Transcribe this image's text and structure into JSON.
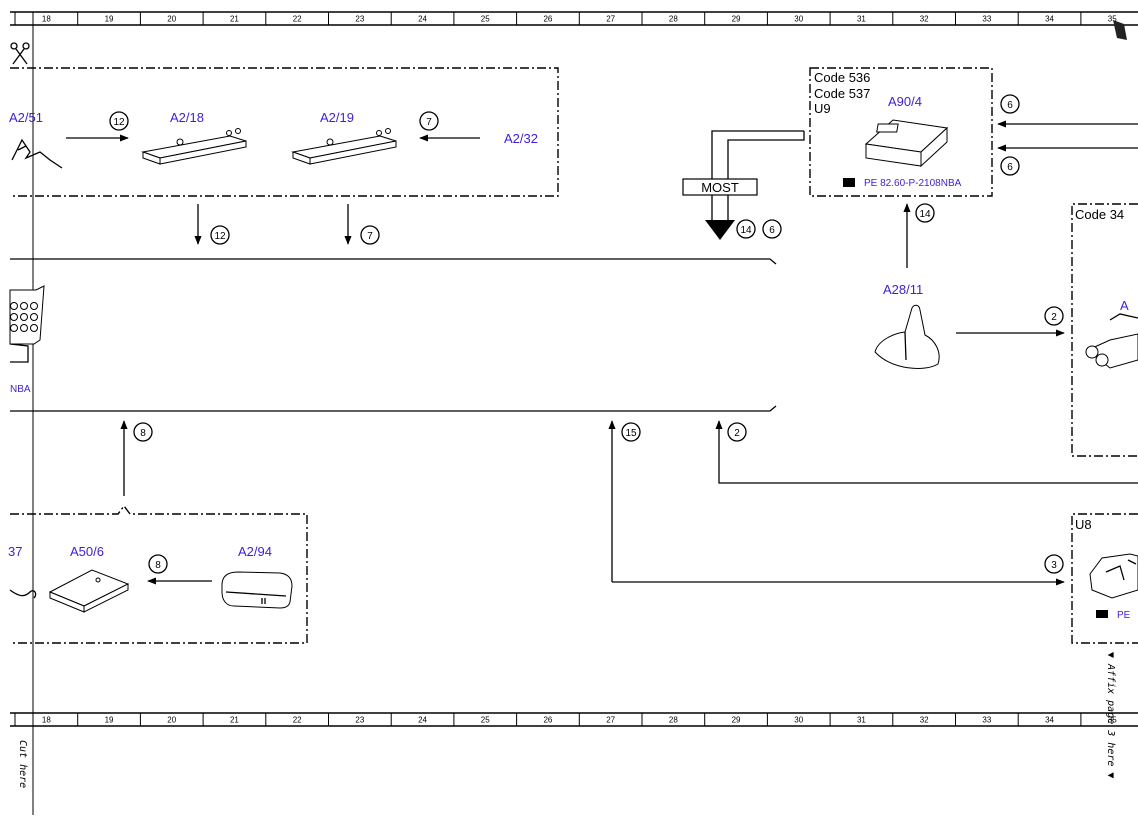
{
  "ruler": {
    "numbers": [
      "18",
      "19",
      "20",
      "21",
      "22",
      "23",
      "24",
      "25",
      "26",
      "27",
      "28",
      "29",
      "30",
      "31",
      "32",
      "33",
      "34",
      "35"
    ]
  },
  "components": {
    "a2_51": "A2/51",
    "a2_18": "A2/18",
    "a2_19": "A2/19",
    "a2_32": "A2/32",
    "a90_4": "A90/4",
    "a28_11": "A28/11",
    "a50_6": "A50/6",
    "a2_94": "A2/94",
    "frag_37": "37",
    "frag_a": "A",
    "frag_nba": "NBA"
  },
  "codes": {
    "code_536": "Code 536",
    "code_537": "Code 537",
    "u9": "U9",
    "code_34": "Code 34",
    "u8": "U8"
  },
  "refs": {
    "pe_a90": "PE 82.60-P-2108NBA",
    "pe_u8": "PE"
  },
  "bus": {
    "most": "MOST"
  },
  "circles": {
    "c12a": "12",
    "c7a": "7",
    "c12b": "12",
    "c7b": "7",
    "c14a": "14",
    "c6a": "6",
    "c6b": "6",
    "c6c": "6",
    "c14b": "14",
    "c2a": "2",
    "c8a": "8",
    "c15": "15",
    "c2b": "2",
    "c8b": "8",
    "c3": "3"
  },
  "notes": {
    "affix": "▼ Affix page 3 here ▼",
    "cut": "Cut here"
  },
  "colors": {
    "label_blue": "#3b1ee0",
    "line": "#000000"
  }
}
